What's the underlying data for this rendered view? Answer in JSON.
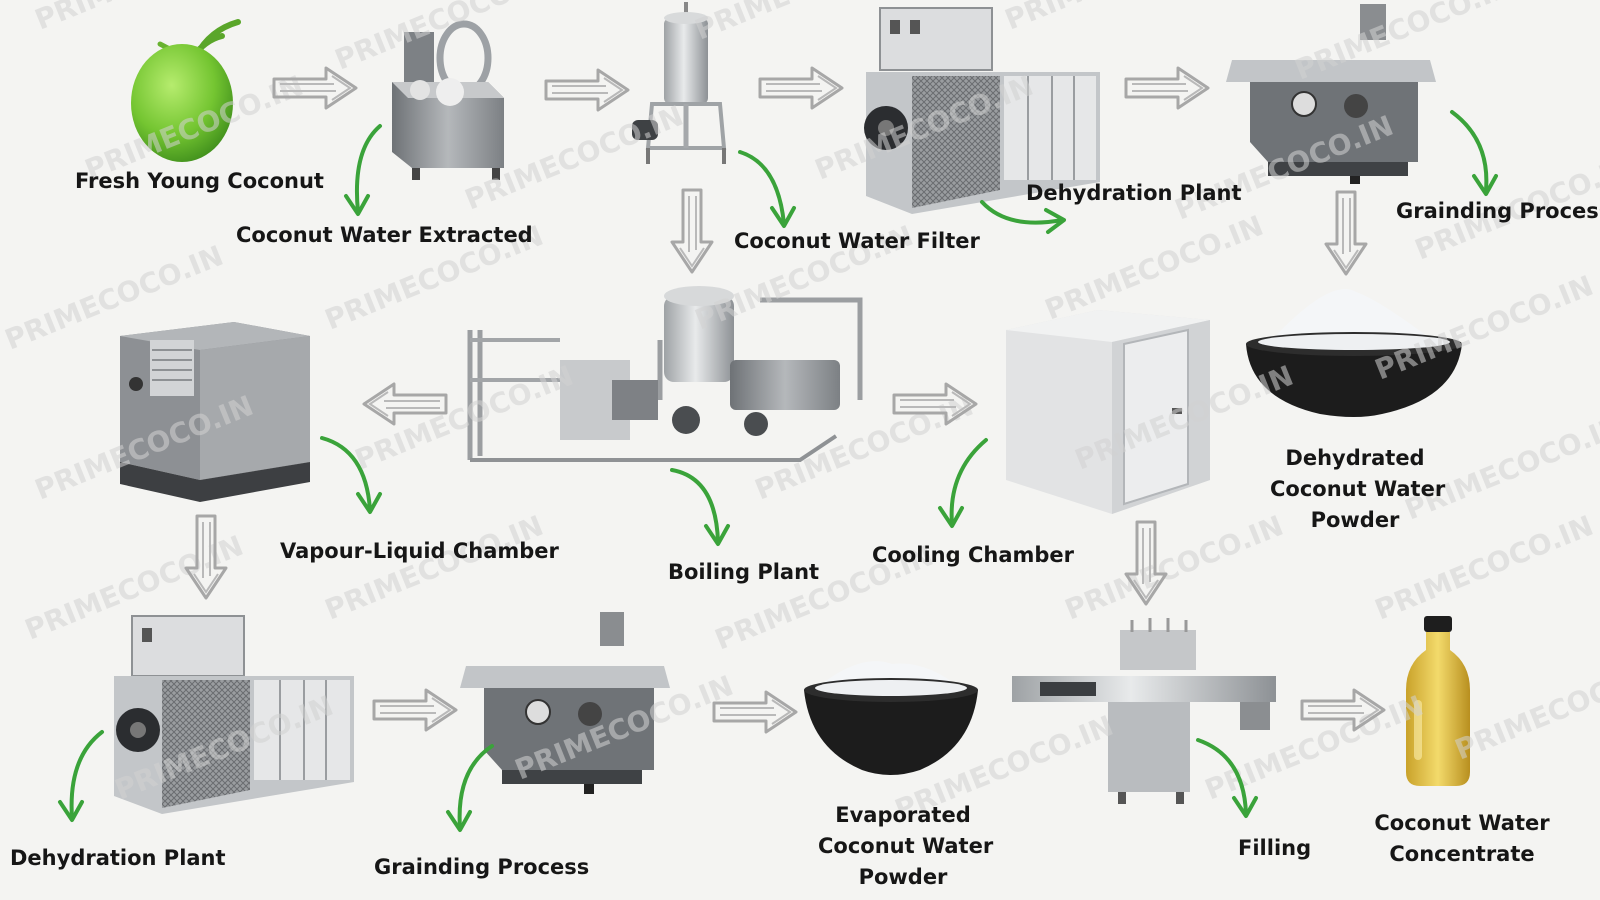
{
  "watermark": {
    "text": "PRIMECOCO.IN"
  },
  "colors": {
    "arrow_gray": "#a9a9a9",
    "arrow_green": "#3aa33a",
    "machine_gray": "#8a8d90",
    "machine_dark": "#55585c",
    "coconut_green": "#7fcf3a",
    "bowl": "#1c1c1c",
    "powder": "#f4f6f8",
    "juice": "#e8c74a"
  },
  "steps": {
    "fresh_coconut": "Fresh Young Coconut",
    "water_extracted": "Coconut Water Extracted",
    "water_filter": "Coconut Water Filter",
    "dehydration_plant_top": "Dehydration Plant",
    "grinding_top": "Grainding Process",
    "dehydrated_powder": [
      "Dehydrated",
      "Coconut Water",
      "Powder"
    ],
    "vapour_liquid": "Vapour-Liquid Chamber",
    "boiling_plant": "Boiling Plant",
    "cooling_chamber": "Cooling Chamber",
    "dehydration_plant_bottom": "Dehydration Plant",
    "grinding_bottom": "Grainding Process",
    "evaporated_powder": [
      "Evaporated",
      "Coconut Water",
      "Powder"
    ],
    "filling": "Filling",
    "concentrate": [
      "Coconut Water",
      "Concentrate"
    ]
  },
  "icons": {
    "coconut": "green-coconut-icon",
    "extractor": "water-extractor-machine-icon",
    "filter": "filter-tank-icon",
    "dehydrator": "dehydration-plant-icon",
    "grinder": "grinding-machine-icon",
    "powder_bowl": "powder-bowl-icon",
    "vapour_unit": "vapour-liquid-chamber-icon",
    "boiler": "boiling-plant-icon",
    "cooler": "cooling-chamber-icon",
    "filler": "filling-machine-icon",
    "bottle": "juice-bottle-icon"
  }
}
